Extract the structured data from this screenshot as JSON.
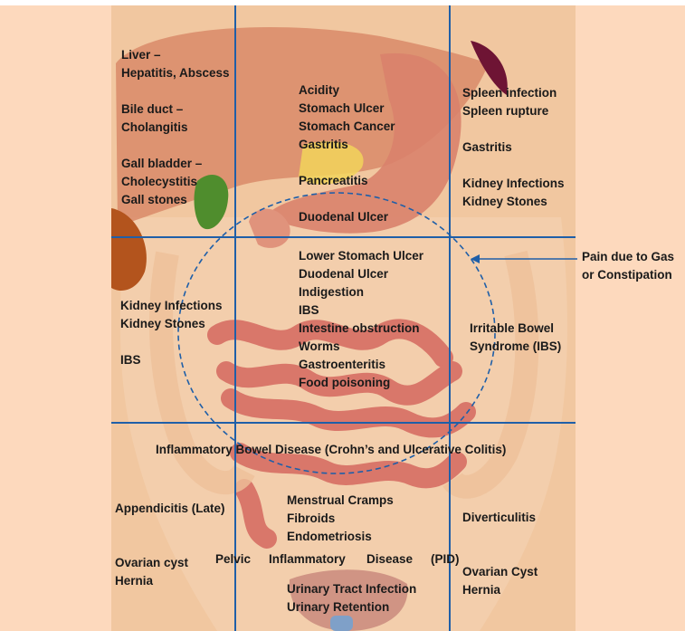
{
  "regions": {
    "right_hypochondriac": [
      "Liver –",
      "Hepatitis, Abscess",
      "",
      "Bile duct –",
      "Cholangitis",
      "",
      "Gall bladder –",
      "Cholecystitis",
      "Gall stones"
    ],
    "epigastric": [
      "Acidity",
      "Stomach Ulcer",
      "Stomach Cancer",
      "Gastritis",
      "",
      "Pancreatitis",
      "",
      "Duodenal Ulcer"
    ],
    "left_hypochondriac": [
      "Spleen infection",
      "Spleen rupture",
      "",
      "Gastritis",
      "",
      "Kidney Infections",
      "Kidney Stones"
    ],
    "right_lumbar": [
      "Kidney Infections",
      "Kidney Stones",
      "",
      "IBS"
    ],
    "umbilical": [
      "Lower Stomach Ulcer",
      "Duodenal Ulcer",
      "Indigestion",
      "IBS",
      "Intestine obstruction",
      "Worms",
      "Gastroenteritis",
      "Food poisoning"
    ],
    "left_lumbar": [
      "Irritable Bowel",
      "Syndrome (IBS)"
    ],
    "ibd": "Inflammatory Bowel Disease (Crohn’s and Ulcerative Colitis)",
    "right_iliac": [
      "Appendicitis (Late)",
      "",
      "",
      "Ovarian cyst",
      "Hernia"
    ],
    "hypogastric": [
      "Menstrual Cramps",
      "Fibroids",
      "Endometriosis"
    ],
    "pid": [
      "Pelvic",
      "Inflammatory",
      "Disease",
      "(PID)"
    ],
    "urinary": [
      "Urinary Tract Infection",
      "Urinary Retention"
    ],
    "left_iliac": [
      "Diverticulitis",
      "",
      "",
      "Ovarian Cyst",
      "Hernia"
    ],
    "gas_note": [
      "Pain due to Gas",
      "or Constipation"
    ]
  },
  "colors": {
    "background": "#fdd9bd",
    "skin": "#f1c7a0",
    "grid_line": "#1f5fa8",
    "text": "#1a1a1a",
    "stomach": "#d97e68",
    "intestine": "#d9776a",
    "liver": "#c97a5a",
    "spleen": "#6e1434",
    "gallbladder": "#4f8d2d",
    "pancreas": "#f2d35a"
  }
}
